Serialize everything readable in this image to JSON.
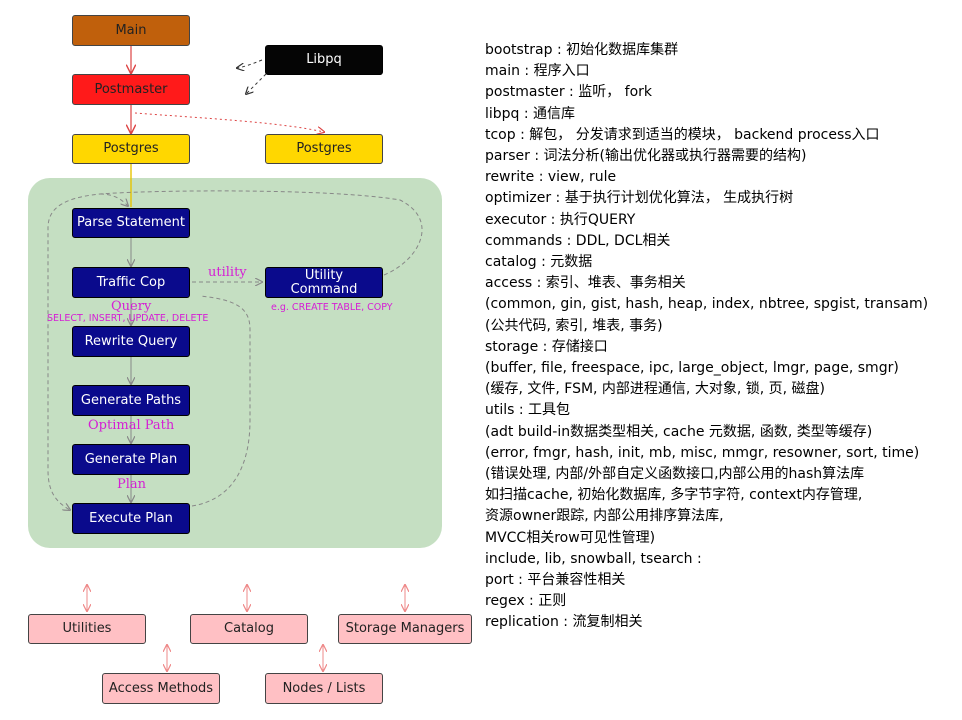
{
  "diagram": {
    "nodes": {
      "main": "Main",
      "libpq": "Libpq",
      "postmaster": "Postmaster",
      "postgres_left": "Postgres",
      "postgres_right": "Postgres",
      "parse_statement": "Parse Statement",
      "traffic_cop": "Traffic Cop",
      "utility_command": "Utility Command",
      "rewrite_query": "Rewrite Query",
      "generate_paths": "Generate Paths",
      "generate_plan": "Generate Plan",
      "execute_plan": "Execute Plan",
      "utilities": "Utilities",
      "catalog": "Catalog",
      "storage_managers": "Storage Managers",
      "access_methods": "Access Methods",
      "nodes_lists": "Nodes / Lists"
    },
    "edge_labels": {
      "utility": "utility",
      "utility_example": "e.g. CREATE TABLE, COPY",
      "query": "Query",
      "query_example": "SELECT, INSERT, UPDATE, DELETE",
      "optimal_path": "Optimal Path",
      "plan": "Plan"
    },
    "colors": {
      "main": "#c0600c",
      "postmaster": "#ff1a1a",
      "postgres": "#ffd700",
      "libpq": "#050505",
      "stage": "#0a0a8c",
      "subsystem": "#ffc0c4",
      "panel": "#c5dfc2",
      "edge_label": "#d51ed5"
    }
  },
  "legend": [
    "bootstrap : 初始化数据库集群",
    "main : 程序入口",
    "postmaster : 监听， fork",
    "libpq : 通信库",
    "tcop : 解包， 分发请求到适当的模块， backend process入口",
    "parser : 词法分析(输出优化器或执行器需要的结构)",
    "rewrite : view, rule",
    "optimizer : 基于执行计划优化算法， 生成执行树",
    "executor : 执行QUERY",
    "commands : DDL, DCL相关",
    "catalog : 元数据",
    "access : 索引、堆表、事务相关",
    "(common, gin, gist, hash, heap, index, nbtree, spgist, transam)",
    "(公共代码, 索引, 堆表, 事务)",
    "storage : 存储接口",
    "(buffer, file, freespace, ipc, large_object, lmgr, page, smgr)",
    "(缓存, 文件, FSM, 内部进程通信, 大对象, 锁, 页, 磁盘)",
    "utils : 工具包",
    "(adt build-in数据类型相关, cache 元数据, 函数, 类型等缓存)",
    "(error, fmgr, hash, init, mb, misc, mmgr, resowner, sort, time)",
    "(错误处理, 内部/外部自定义函数接口,内部公用的hash算法库",
    "如扫描cache, 初始化数据库, 多字节字符, context内存管理,",
    "资源owner跟踪, 内部公用排序算法库,",
    "MVCC相关row可见性管理)",
    "include, lib, snowball, tsearch :",
    "port : 平台兼容性相关",
    "regex : 正则",
    "replication : 流复制相关"
  ]
}
